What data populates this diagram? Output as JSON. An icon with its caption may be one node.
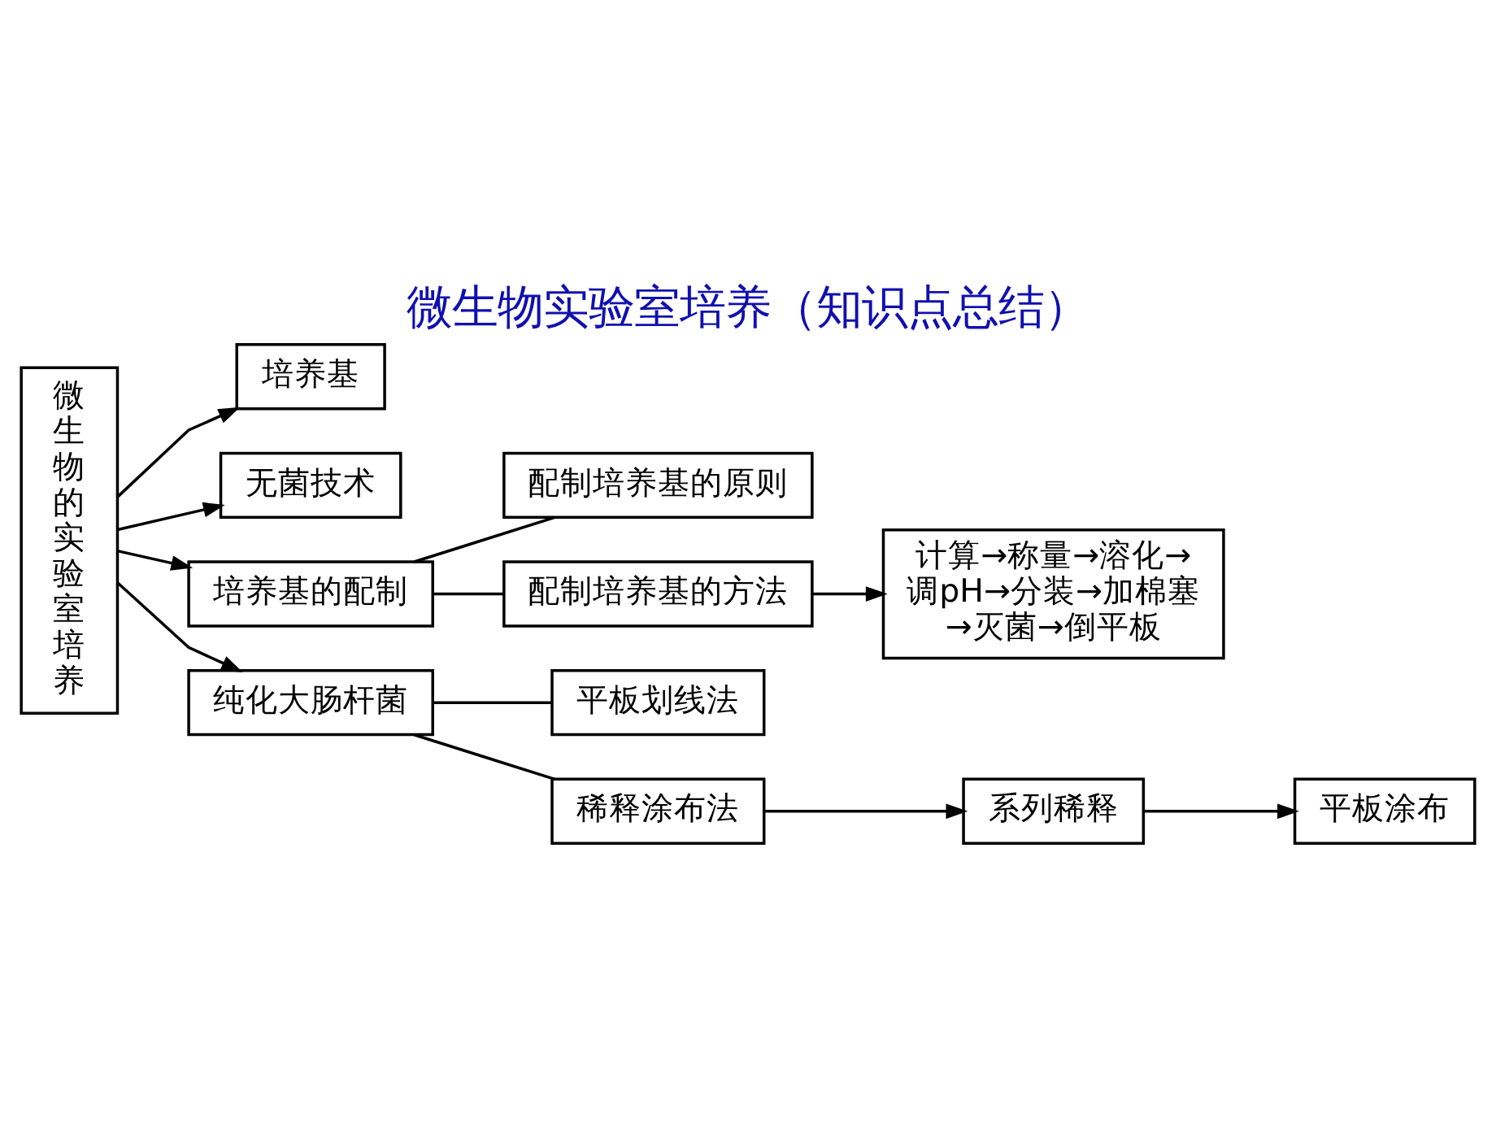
{
  "diagram": {
    "title": "微生物实验室培养（知识点总结）",
    "nodes": [
      {
        "text": [
          "微生物的实验室培养"
        ]
      },
      {
        "text": [
          "培养基"
        ]
      },
      {
        "text": [
          "无菌技术"
        ]
      },
      {
        "text": [
          "培养基的配制"
        ]
      },
      {
        "text": [
          "配制培养基的原则"
        ]
      },
      {
        "text": [
          "配制培养基的方法"
        ]
      },
      {
        "text": [
          "计算→称量→溶化→调pH→分装→加棉塞→灭菌→倒平板"
        ]
      },
      {
        "text": [
          "纯化大肠杆菌"
        ]
      },
      {
        "text": [
          "平板划线法"
        ]
      },
      {
        "text": [
          "稀释涂布法"
        ]
      },
      {
        "text": [
          "系列稀释"
        ]
      },
      {
        "text": [
          "平板涂布"
        ]
      }
    ],
    "edges": [
      {
        "from": 0,
        "to": 1,
        "arrow": "to"
      },
      {
        "from": 0,
        "to": 2,
        "arrow": "to"
      },
      {
        "from": 0,
        "to": 3,
        "arrow": "to"
      },
      {
        "from": 0,
        "to": 7,
        "arrow": "to"
      },
      {
        "from": 3,
        "to": 4,
        "arrow": "none"
      },
      {
        "from": 3,
        "to": 5,
        "arrow": "none"
      },
      {
        "from": 5,
        "to": 6,
        "arrow": "to"
      },
      {
        "from": 7,
        "to": 8,
        "arrow": "none"
      },
      {
        "from": 7,
        "to": 9,
        "arrow": "none"
      },
      {
        "from": 9,
        "to": 10,
        "arrow": "to"
      },
      {
        "from": 10,
        "to": 11,
        "arrow": "to"
      }
    ]
  }
}
